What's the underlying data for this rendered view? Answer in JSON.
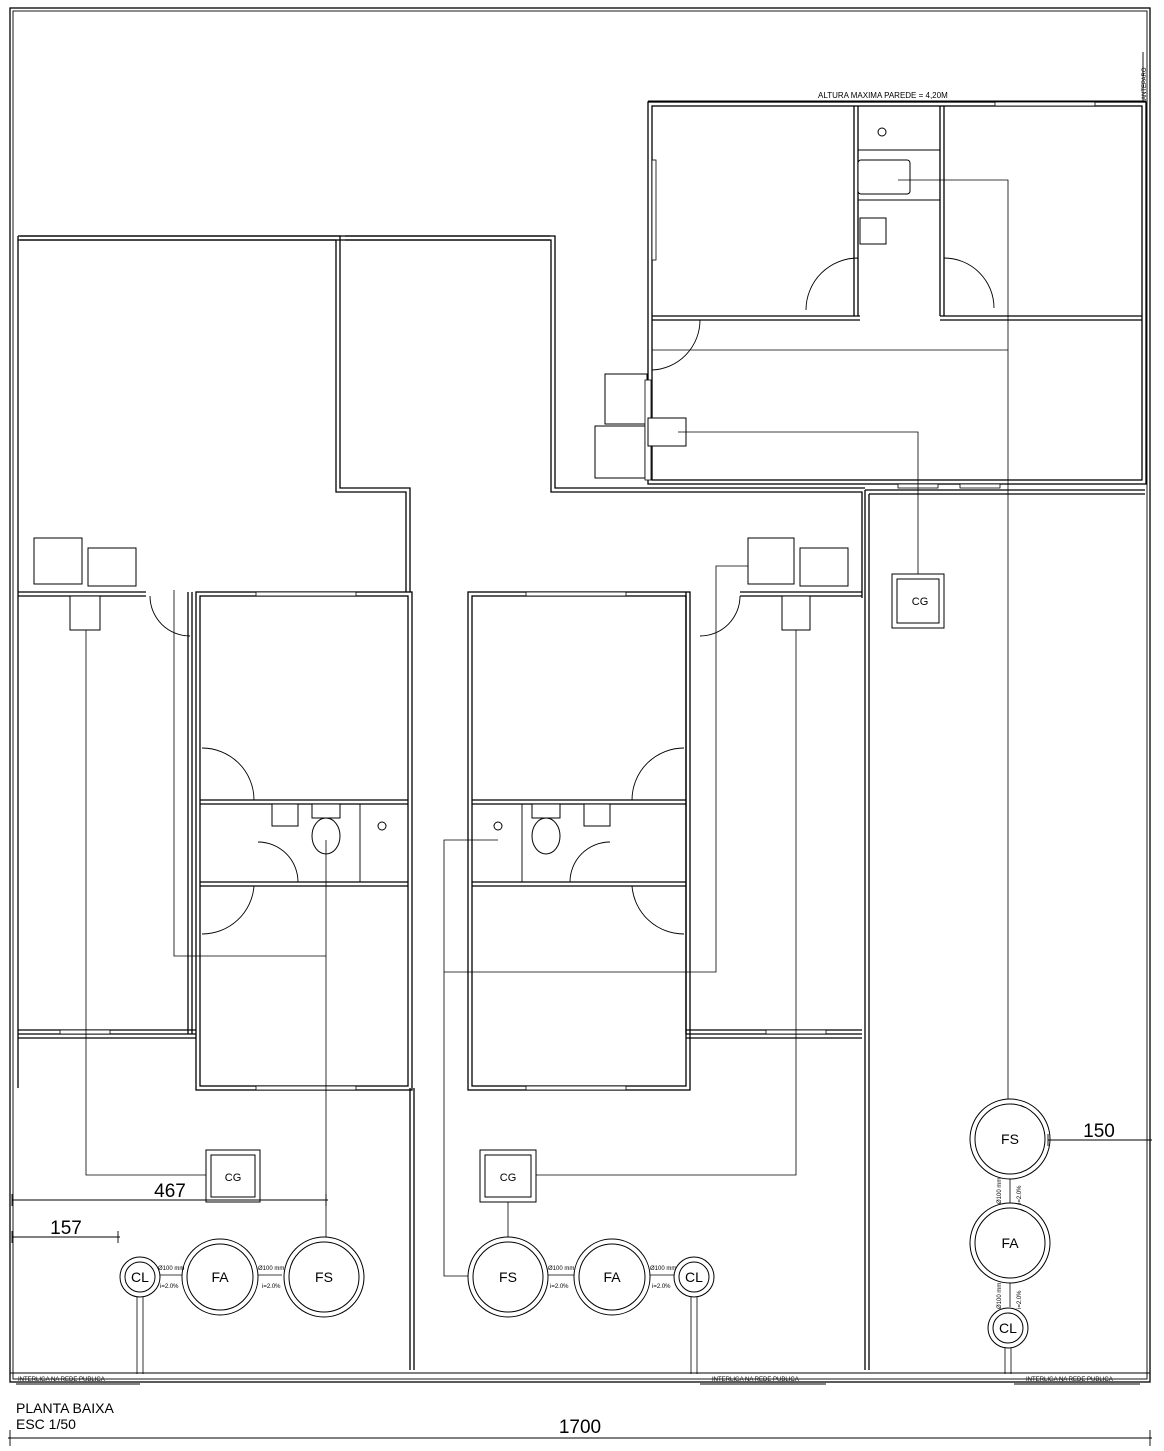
{
  "texts": {
    "altura": "ALTURA MAXIMA PAREDE  = 4,20M",
    "anteparo": "ANTEPARO",
    "plan_title": "PLANTA BAIXA",
    "plan_scale": "ESC 1/50",
    "interliga": "INTERLIGA NA REDE PUBLICA"
  },
  "dimensions": {
    "total_width": "1700",
    "right_offset": "150",
    "left_467": "467",
    "left_157": "157"
  },
  "boxes": {
    "cg": "CG",
    "fs": "FS",
    "fa": "FA",
    "cl": "CL"
  },
  "pipes": {
    "diameter": "Ø100 mm",
    "slope": "i=2.0%"
  },
  "colors": {
    "line": "#000000",
    "background": "#ffffff"
  }
}
